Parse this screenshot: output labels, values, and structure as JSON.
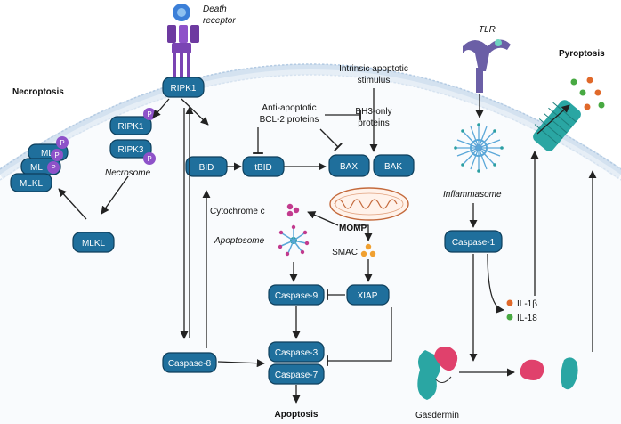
{
  "labels": {
    "death_receptor_1": "Death",
    "death_receptor_2": "receptor",
    "tlr": "TLR",
    "pyroptosis": "Pyroptosis",
    "necroptosis": "Necroptosis",
    "necrosome": "Necrosome",
    "intrinsic_1": "Intrinsic apoptotic",
    "intrinsic_2": "stimulus",
    "anti_apoptotic_1": "Anti-apoptotic",
    "anti_apoptotic_2": "BCL-2 proteins",
    "bh3_1": "BH3-only",
    "bh3_2": "proteins",
    "inflammasome": "Inflammasome",
    "cytochrome_c": "Cytochrome c",
    "momp": "MOMP",
    "apoptosome": "Apoptosome",
    "smac": "SMAC",
    "il1b": "IL-1β",
    "il18": "IL-18",
    "gasdermin": "Gasdermin",
    "apoptosis": "Apoptosis",
    "p": "P",
    "ml_partial": "ML"
  },
  "nodes": {
    "ripk1_top": "RIPK1",
    "ripk1": "RIPK1",
    "ripk3": "RIPK3",
    "mlkl_stack": "MLKL",
    "mlkl": "MLKL",
    "bid": "BID",
    "tbid": "tBID",
    "bax": "BAX",
    "bak": "BAK",
    "caspase1": "Caspase-1",
    "caspase9": "Caspase-9",
    "xiap": "XIAP",
    "caspase3": "Caspase-3",
    "caspase7": "Caspase-7",
    "caspase8": "Caspase-8"
  },
  "colors": {
    "node_fill": "#1f6f9c",
    "phospho": "#8e52c9",
    "membrane": "#b4cbe3",
    "il1b_dot": "#e0692a",
    "il18_dot": "#48a942",
    "gasdermin_pink": "#e0416c",
    "gasdermin_teal": "#2aa6a3"
  }
}
